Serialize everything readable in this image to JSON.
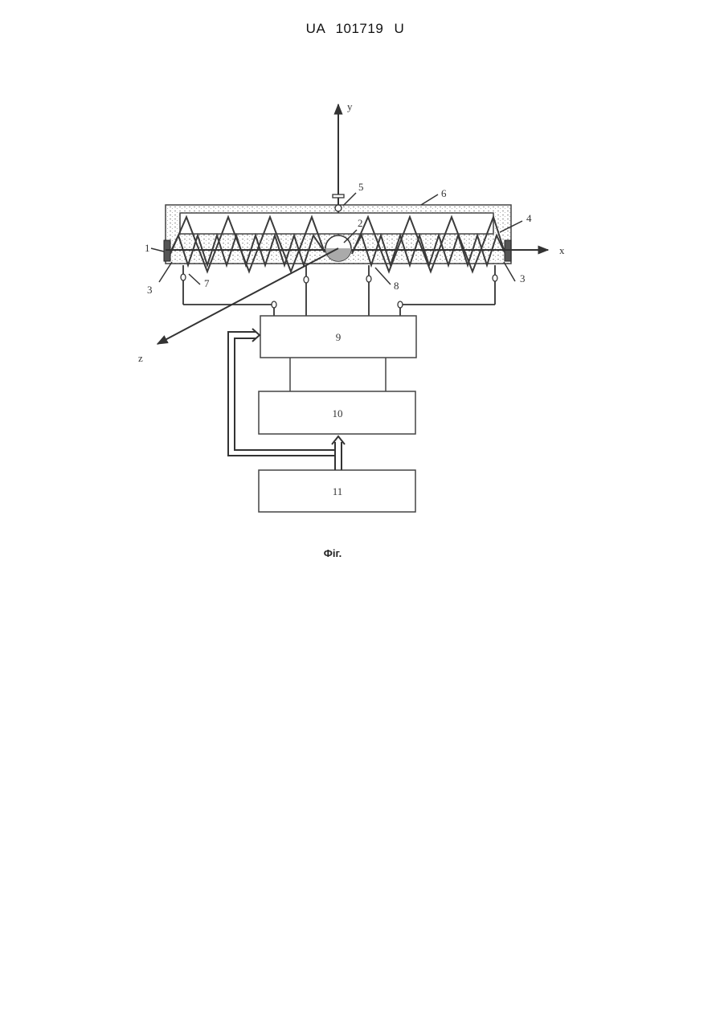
{
  "document": {
    "header": "UA   101719   U",
    "caption": "Фіг."
  },
  "diagram": {
    "axis_labels": {
      "y": "y",
      "x": "x",
      "z": "z"
    },
    "part_labels": [
      "1",
      "2",
      "3",
      "3",
      "4",
      "5",
      "6",
      "7",
      "8"
    ],
    "blocks": [
      "9",
      "10",
      "11"
    ]
  }
}
